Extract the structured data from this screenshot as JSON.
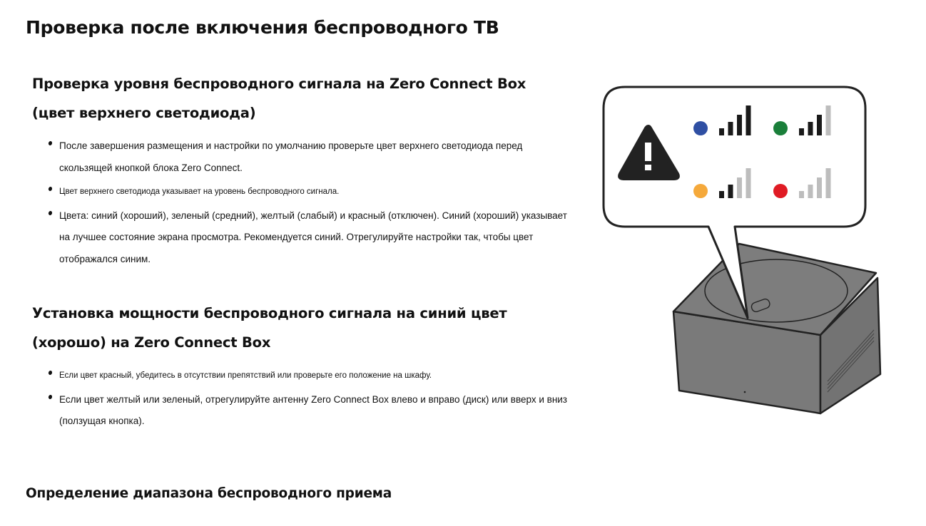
{
  "title": "Проверка после включения беспроводного ТВ",
  "section1": {
    "heading_line1": "Проверка уровня беспроводного сигнала на Zero Connect Box",
    "heading_line2": "(цвет верхнего светодиода)",
    "bullets": [
      "После завершения размещения и настройки по умолчанию проверьте цвет верхнего светодиода перед скользящей кнопкой блока Zero Connect.",
      "Цвет верхнего светодиода указывает на уровень беспроводного сигнала.",
      "Цвета: синий (хороший), зеленый (средний), желтый (слабый) и красный (отключен). Синий (хороший) указывает на лучшее состояние экрана просмотра. Рекомендуется синий. Отрегулируйте настройки так, чтобы цвет отображался синим."
    ]
  },
  "section2": {
    "heading_line1": "Установка мощности беспроводного сигнала на синий цвет",
    "heading_line2": "(хорошо) на Zero Connect Box",
    "bullets": [
      "Если цвет красный, убедитесь в отсутствии препятствий или проверьте его положение на шкафу.",
      "Если цвет желтый или зеленый, отрегулируйте антенну Zero Connect Box влево и вправо (диск) или вверх и вниз (ползущая кнопка)."
    ]
  },
  "section3": {
    "heading": "Определение диапазона беспроводного приема"
  },
  "illustration": {
    "signal_levels": [
      {
        "color": "#2f4fa3",
        "label": "blue",
        "bars": 4
      },
      {
        "color": "#1a7f3a",
        "label": "green",
        "bars": 3
      },
      {
        "color": "#f5a93b",
        "label": "yellow",
        "bars": 2
      },
      {
        "color": "#e01b24",
        "label": "red",
        "bars": 0
      }
    ],
    "bar_on": "#1a1a1a",
    "bar_off": "#bdbdbd",
    "box_color": "#7a7a7a"
  }
}
